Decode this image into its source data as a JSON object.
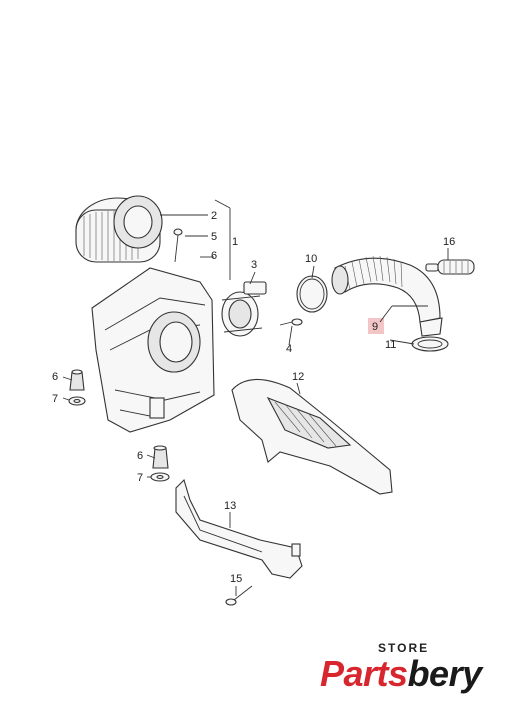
{
  "callouts": {
    "c1": "1",
    "c2": "2",
    "c3": "3",
    "c4": "4",
    "c5": "5",
    "c6a": "6",
    "c6b": "6",
    "c6c": "6",
    "c7a": "7",
    "c7b": "7",
    "c9": "9",
    "c10": "10",
    "c11": "11",
    "c12": "12",
    "c13": "13",
    "c15": "15",
    "c16": "16"
  },
  "logo": {
    "store": "STORE",
    "brand_red": "Parts",
    "brand_black": "bery"
  },
  "colors": {
    "highlight": "#f2c6c6",
    "logo_red": "#d7262e",
    "line": "#333333"
  }
}
